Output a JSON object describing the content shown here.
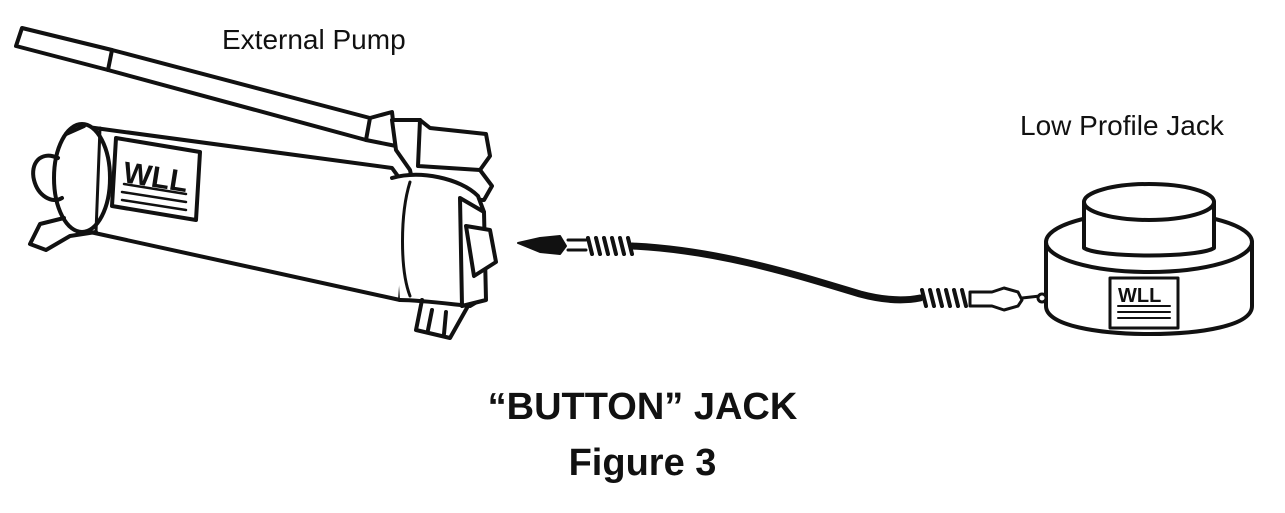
{
  "labels": {
    "external_pump": "External Pump",
    "low_profile_jack": "Low Profile Jack"
  },
  "caption": {
    "title": "“BUTTON” JACK",
    "figure": "Figure 3"
  },
  "plates": {
    "pump_plate": "WLL",
    "jack_plate": "WLL"
  }
}
